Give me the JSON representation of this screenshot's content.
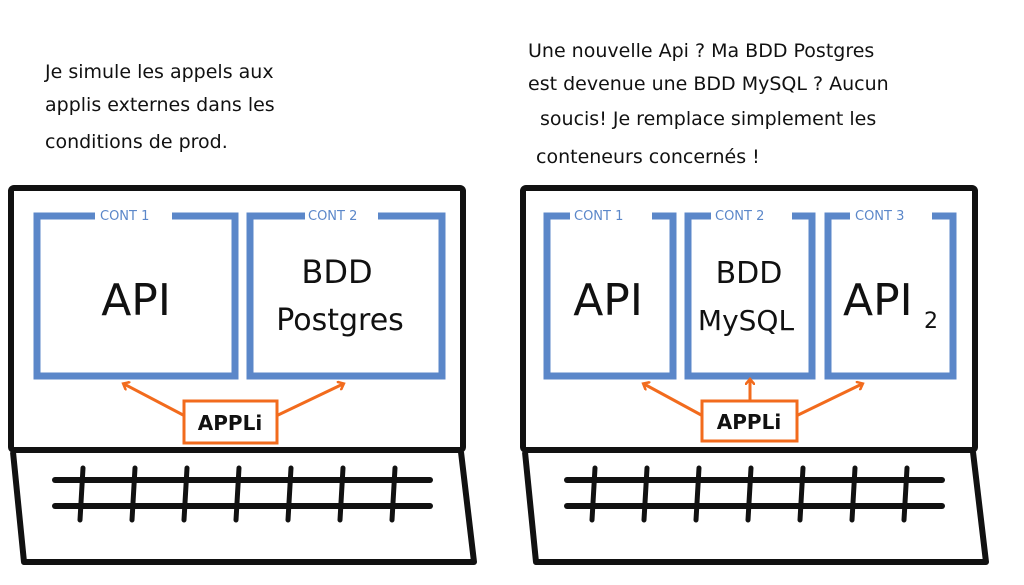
{
  "colors": {
    "container": "#5b87c9",
    "appli": "#f26b1d",
    "ink": "#111111"
  },
  "left": {
    "caption": [
      "Je simule les appels aux",
      "applis externes dans les",
      "conditions de prod."
    ],
    "containers": [
      {
        "label": "CONT 1",
        "content": [
          "API"
        ]
      },
      {
        "label": "CONT 2",
        "content": [
          "BDD",
          "Postgres"
        ]
      }
    ],
    "appli": "APPLi"
  },
  "right": {
    "caption": [
      "Une nouvelle Api ? Ma BDD Postgres",
      "est devenue une BDD MySQL ? Aucun",
      "soucis! Je remplace simplement les",
      "conteneurs concernés !"
    ],
    "containers": [
      {
        "label": "CONT 1",
        "content": [
          "API"
        ]
      },
      {
        "label": "CONT 2",
        "content": [
          "BDD",
          "MySQL"
        ]
      },
      {
        "label": "CONT 3",
        "content": [
          "API",
          "2"
        ]
      }
    ],
    "appli": "APPLi"
  }
}
